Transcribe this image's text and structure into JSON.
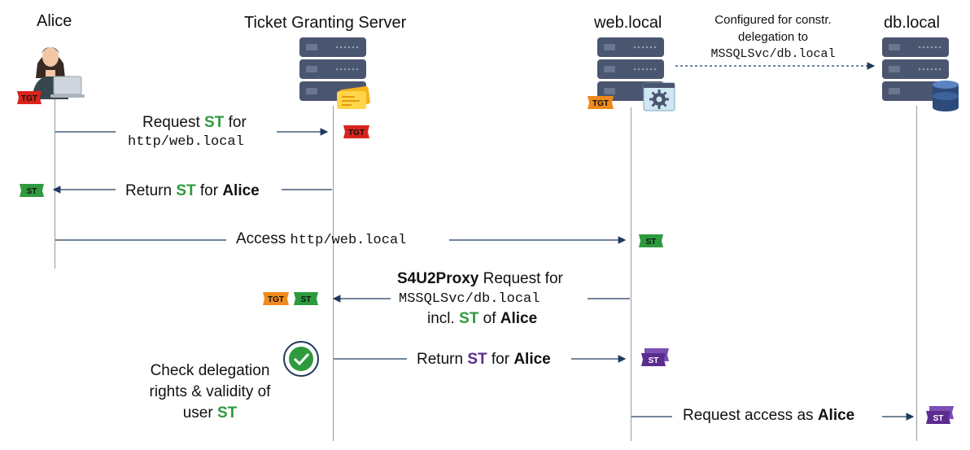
{
  "actors": {
    "alice": "Alice",
    "tgs": "Ticket Granting Server",
    "web": "web.local",
    "db": "db.local"
  },
  "note": {
    "line1": "Configured for constr.",
    "line2": "delegation to",
    "spn": "MSSQLSvc/db.local"
  },
  "tickets": {
    "tgt": "TGT",
    "st": "ST"
  },
  "colors": {
    "tgt_red": "#d9241c",
    "tgt_orange": "#f08a1c",
    "st_green": "#2e9a3e",
    "st_purple": "#5b2d8e",
    "server": "#4a5670",
    "arrow": "#1f3a5a"
  },
  "messages": {
    "m1": {
      "prefix": "Request ",
      "st": "ST",
      "suffix": " for",
      "spn": "http/web.local"
    },
    "m2": {
      "prefix": "Return ",
      "st": "ST",
      "mid": " for ",
      "who": "Alice"
    },
    "m3": {
      "prefix": "Access ",
      "spn": "http/web.local"
    },
    "m4": {
      "bold": "S4U2Proxy",
      "text": " Request for",
      "spn": "MSSQLSvc/db.local",
      "incl": "incl. ",
      "st": "ST",
      "of": " of ",
      "who": "Alice"
    },
    "m5": {
      "prefix": "Return ",
      "st": "ST",
      "mid": " for ",
      "who": "Alice"
    },
    "m6": {
      "prefix": "Request access as ",
      "who": "Alice"
    }
  },
  "check": {
    "line1": "Check delegation",
    "line2": "rights & validity of",
    "line3": "user ",
    "st": "ST"
  }
}
